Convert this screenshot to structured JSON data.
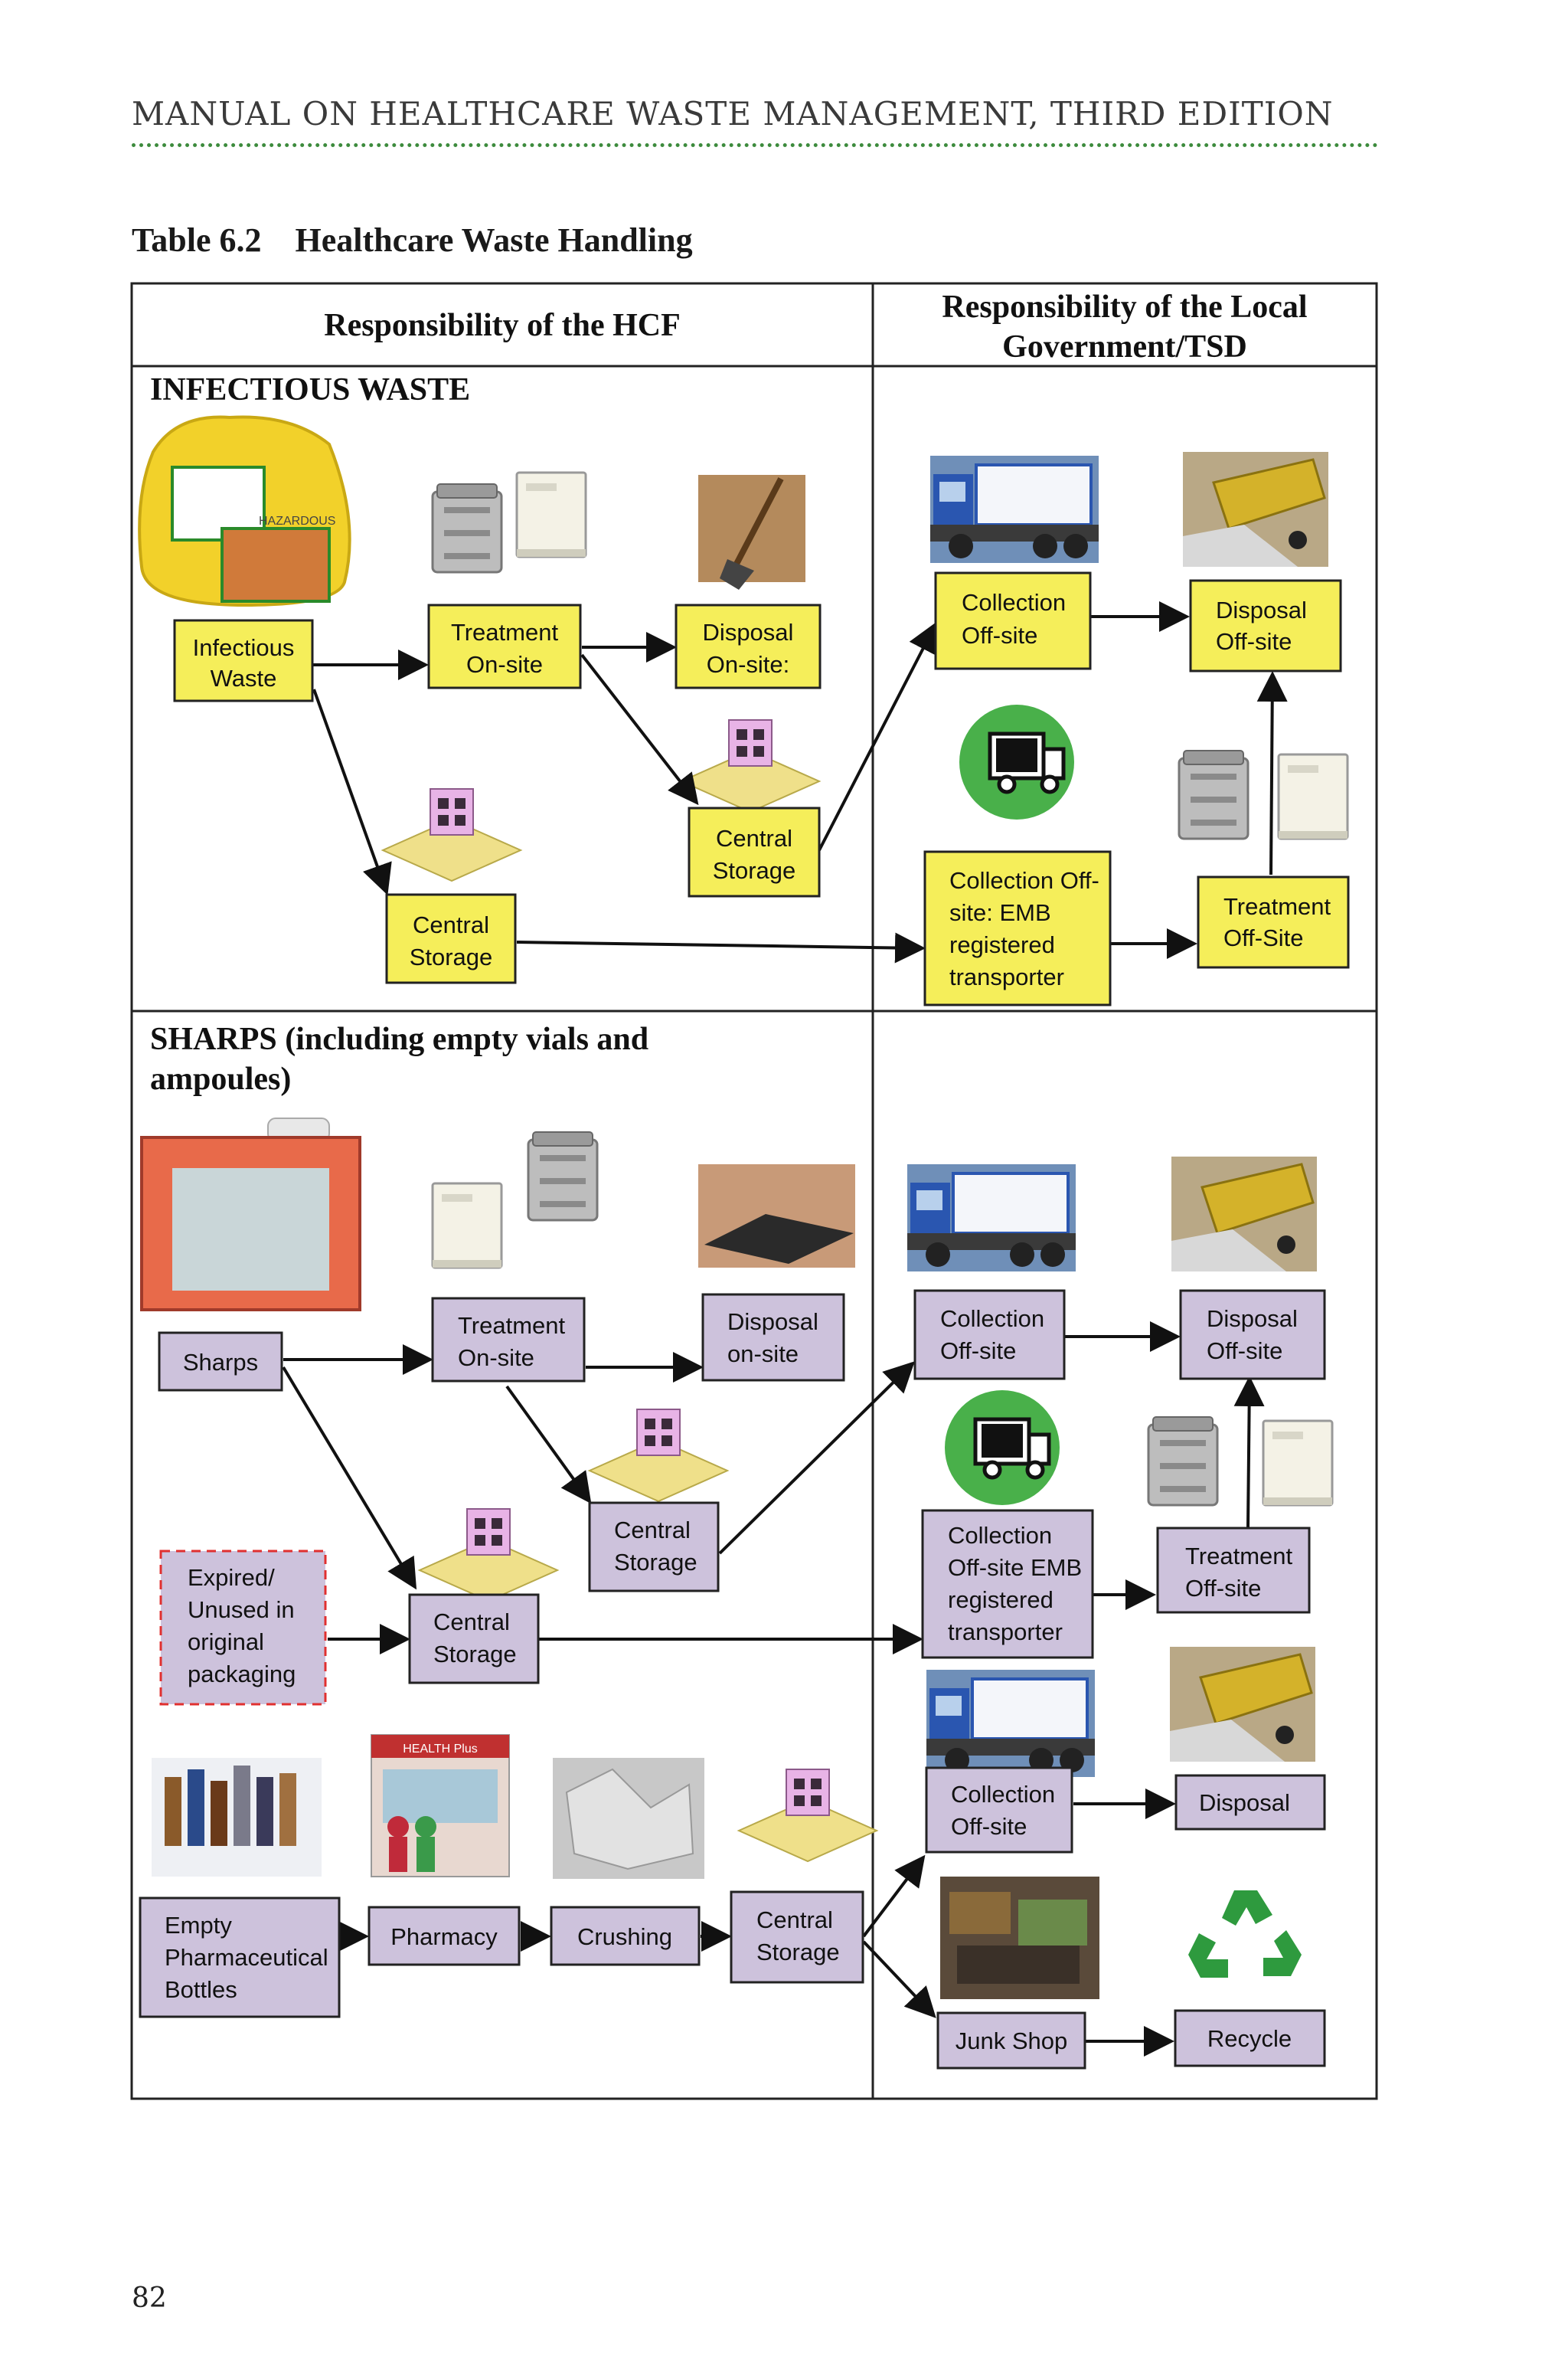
{
  "page": {
    "header": "MANUAL ON HEALTHCARE WASTE MANAGEMENT, THIRD EDITION",
    "table_title": "Table 6.2    Healthcare Waste Handling",
    "page_number": "82"
  },
  "table": {
    "col_hcf": "Responsibility of the HCF",
    "col_lgu_line1": "Responsibility of the Local",
    "col_lgu_line2": "Government/TSD"
  },
  "infectious": {
    "title": "INFECTIOUS WASTE",
    "bag_label": "HAZARDOUS",
    "boxes": {
      "infectious_waste": [
        "Infectious",
        "Waste"
      ],
      "treatment_onsite": [
        "Treatment",
        "On-site"
      ],
      "disposal_onsite": [
        "Disposal",
        "On-site:"
      ],
      "central_storage_right": [
        "Central",
        "Storage"
      ],
      "central_storage_left": [
        "Central",
        "Storage"
      ],
      "collection_offsite": [
        "Collection",
        "Off-site"
      ],
      "disposal_offsite": [
        "Disposal",
        "Off-site"
      ],
      "collection_emb": [
        "Collection Off-",
        "site: EMB",
        "registered",
        "transporter"
      ],
      "treatment_offsite": [
        "Treatment",
        "Off-Site"
      ]
    }
  },
  "sharps": {
    "title_line1": "SHARPS (including empty vials and",
    "title_line2": "ampoules)",
    "boxes": {
      "sharps": [
        "Sharps"
      ],
      "treatment_onsite": [
        "Treatment",
        "On-site"
      ],
      "disposal_onsite": [
        "Disposal",
        "on-site"
      ],
      "central_storage_mid": [
        "Central",
        "Storage"
      ],
      "expired": [
        "Expired/",
        "Unused in",
        "original",
        "packaging"
      ],
      "central_storage_low": [
        "Central",
        "Storage"
      ],
      "collection_offsite": [
        "Collection",
        "Off-site"
      ],
      "disposal_offsite": [
        "Disposal",
        "Off-site"
      ],
      "collection_emb": [
        "Collection",
        "Off-site EMB",
        "registered",
        "transporter"
      ],
      "treatment_offsite": [
        "Treatment",
        "Off-site"
      ],
      "empty_bottles": [
        "Empty",
        "Pharmaceutical",
        "Bottles"
      ],
      "pharmacy": [
        "Pharmacy"
      ],
      "crushing": [
        "Crushing"
      ],
      "central_storage_bottles": [
        "Central",
        "Storage"
      ],
      "collection_offsite_2": [
        "Collection",
        "Off-site"
      ],
      "disposal": [
        "Disposal"
      ],
      "junk_shop": [
        "Junk Shop"
      ],
      "recycle": [
        "Recycle"
      ]
    },
    "pharmacy_sign": "HEALTH Plus"
  },
  "colors": {
    "infectious_box": "#f5ee5a",
    "sharps_box": "#cdc2dc",
    "expired_border": "#e03030",
    "header_rule": "#3d8b3d"
  }
}
